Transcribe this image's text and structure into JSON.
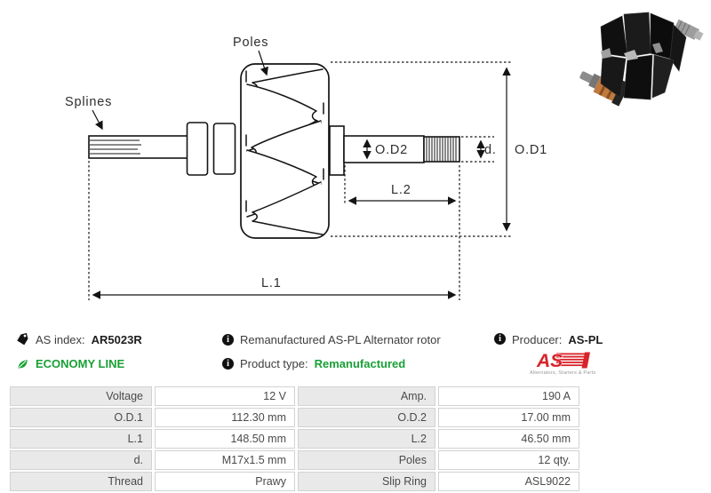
{
  "diagram": {
    "labels": {
      "poles": "Poles",
      "splines": "Splines",
      "od2": "O.D2",
      "d": "d.",
      "od1": "O.D1",
      "l2": "L.2",
      "l1": "L.1"
    }
  },
  "info": {
    "as_index": {
      "label": "AS index:",
      "value": "AR5023R"
    },
    "economy_line": "ECONOMY LINE",
    "description": "Remanufactured AS-PL Alternator rotor",
    "product_type": {
      "label": "Product type:",
      "value": "Remanufactured"
    },
    "producer": {
      "label": "Producer:",
      "value": "AS-PL"
    },
    "logo": {
      "text": "AS",
      "subtext": "Alternators, Starters & Parts"
    }
  },
  "specs": {
    "rows": [
      {
        "label1": "Voltage",
        "value1": "12 V",
        "label2": "Amp.",
        "value2": "190 A"
      },
      {
        "label1": "O.D.1",
        "value1": "112.30 mm",
        "label2": "O.D.2",
        "value2": "17.00 mm"
      },
      {
        "label1": "L.1",
        "value1": "148.50 mm",
        "label2": "L.2",
        "value2": "46.50 mm"
      },
      {
        "label1": "d.",
        "value1": "M17x1.5 mm",
        "label2": "Poles",
        "value2": "12 qty."
      },
      {
        "label1": "Thread",
        "value1": "Prawy",
        "label2": "Slip Ring",
        "value2": "ASL9022"
      }
    ]
  },
  "colors": {
    "accent_green": "#18a035",
    "brand_red": "#d8232a",
    "table_label_bg": "#e9e9e9",
    "table_border": "#d2d2d2",
    "diagram_line": "#141414"
  }
}
